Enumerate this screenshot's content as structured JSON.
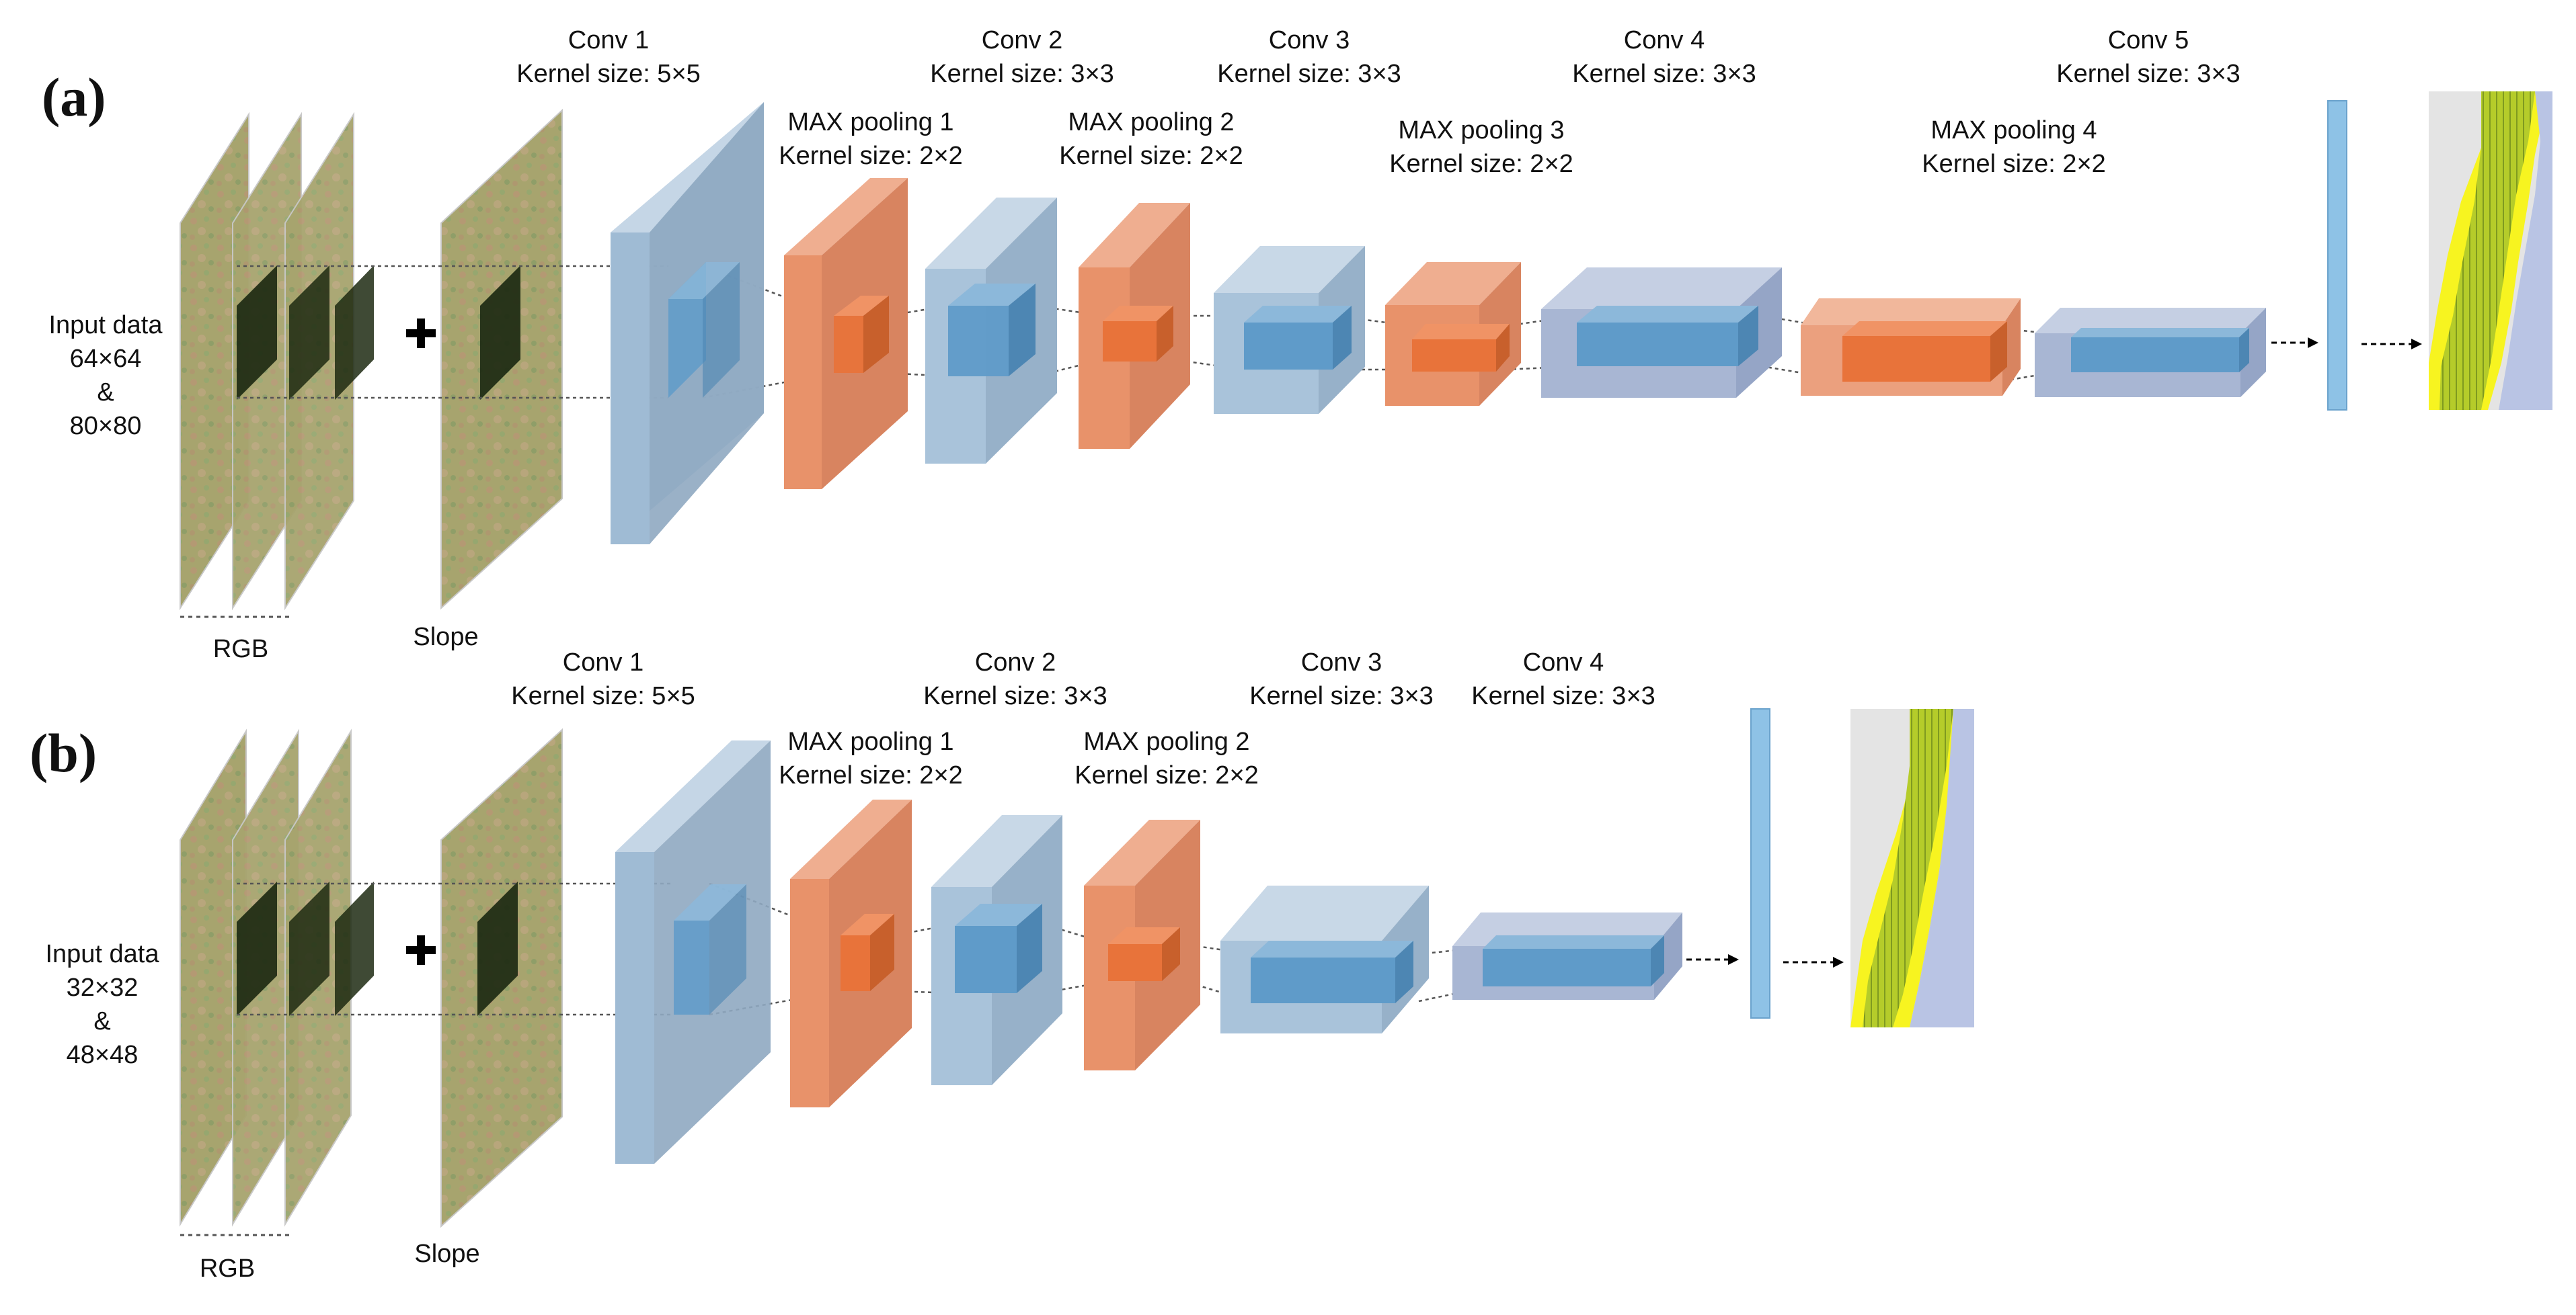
{
  "panel_a": {
    "label": "(a)",
    "input_title": "Input data",
    "input_size_1": "64×64",
    "input_amp": "&",
    "input_size_2": "80×80",
    "rgb_label": "RGB",
    "slope_label": "Slope",
    "layers": [
      {
        "kind": "conv",
        "name": "Conv 1",
        "kernel": "Kernel size: 5×5"
      },
      {
        "kind": "pool",
        "name": "MAX pooling 1",
        "kernel": "Kernel size: 2×2"
      },
      {
        "kind": "conv",
        "name": "Conv 2",
        "kernel": "Kernel size: 3×3"
      },
      {
        "kind": "pool",
        "name": "MAX pooling 2",
        "kernel": "Kernel size: 2×2"
      },
      {
        "kind": "conv",
        "name": "Conv 3",
        "kernel": "Kernel size: 3×3"
      },
      {
        "kind": "pool",
        "name": "MAX pooling 3",
        "kernel": "Kernel size: 2×2"
      },
      {
        "kind": "conv",
        "name": "Conv 4",
        "kernel": "Kernel size: 3×3"
      },
      {
        "kind": "pool",
        "name": "MAX pooling 4",
        "kernel": "Kernel size: 2×2"
      },
      {
        "kind": "conv",
        "name": "Conv 5",
        "kernel": "Kernel size: 3×3"
      }
    ]
  },
  "panel_b": {
    "label": "(b)",
    "input_title": "Input data",
    "input_size_1": "32×32",
    "input_amp": "&",
    "input_size_2": "48×48",
    "rgb_label": "RGB",
    "slope_label": "Slope",
    "layers": [
      {
        "kind": "conv",
        "name": "Conv 1",
        "kernel": "Kernel size: 5×5"
      },
      {
        "kind": "pool",
        "name": "MAX pooling 1",
        "kernel": "Kernel size: 2×2"
      },
      {
        "kind": "conv",
        "name": "Conv 2",
        "kernel": "Kernel size: 3×3"
      },
      {
        "kind": "pool",
        "name": "MAX pooling 2",
        "kernel": "Kernel size: 2×2"
      },
      {
        "kind": "conv",
        "name": "Conv 3",
        "kernel": "Kernel size: 3×3"
      },
      {
        "kind": "conv",
        "name": "Conv 4",
        "kernel": "Kernel size: 3×3"
      }
    ]
  },
  "colors": {
    "conv": "#9fbbd4",
    "pool": "#e8926a",
    "conv_inner": "#5f9bc9",
    "pool_inner": "#e8733a",
    "dense": "#8ec2e6",
    "input_tile": "#a9a872",
    "output_yellow": "#f7f420",
    "output_green": "#b5cc2a",
    "output_blue": "#a9b6dc",
    "output_bg": "#e4e4e4"
  },
  "icons": {
    "plus": "plus-icon",
    "arrow": "dashed-arrow-icon"
  }
}
